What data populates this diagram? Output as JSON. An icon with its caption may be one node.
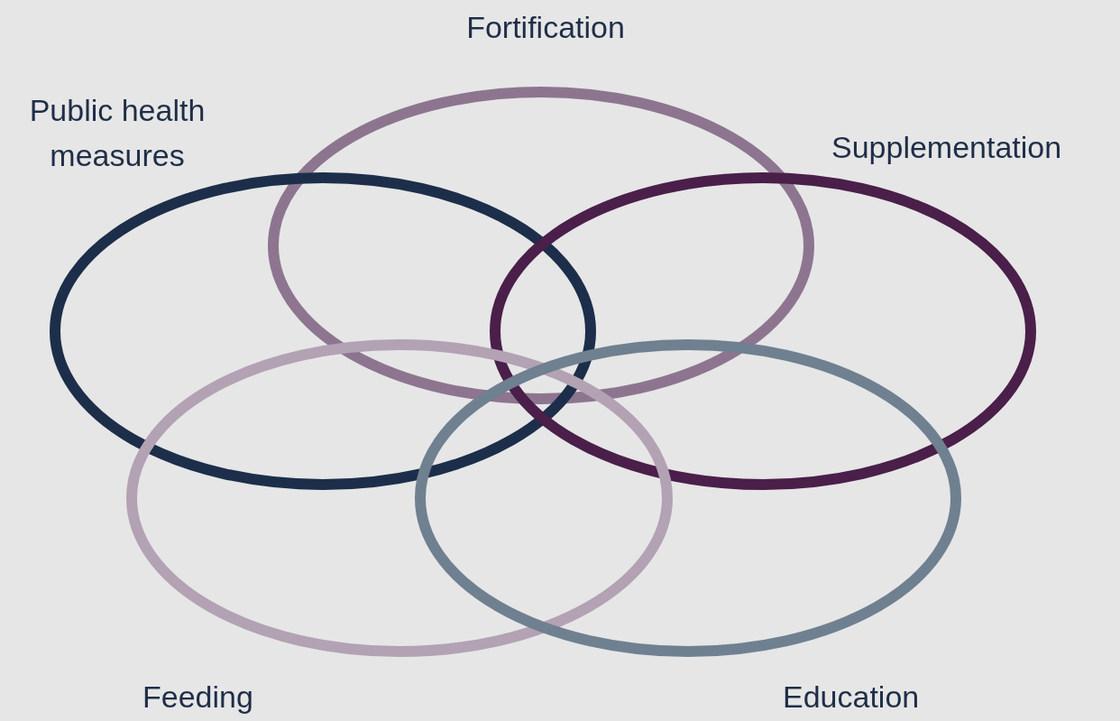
{
  "diagram": {
    "nodes": [
      {
        "text": [
          "Fortification"
        ]
      },
      {
        "text": [
          "Public health measures"
        ]
      },
      {
        "text": [
          "Supplementation"
        ]
      },
      {
        "text": [
          "Feeding"
        ]
      },
      {
        "text": [
          "Education"
        ]
      }
    ]
  }
}
